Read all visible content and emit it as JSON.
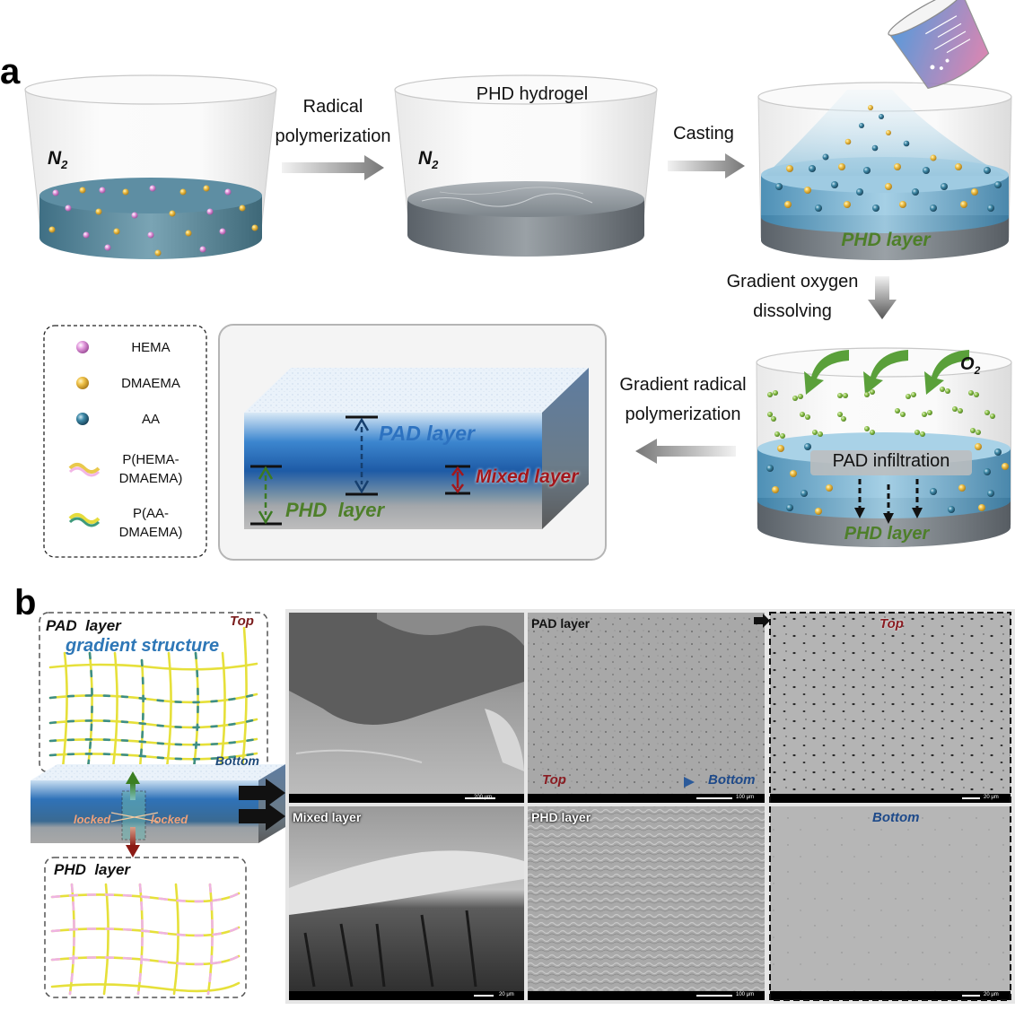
{
  "panels": {
    "a": "a",
    "b": "b"
  },
  "panel_a": {
    "beaker1_label": "N",
    "beaker1_sub": "2",
    "step1": [
      "Radical",
      "polymerization"
    ],
    "beaker2_title": "PHD hydrogel",
    "beaker2_label": "N",
    "beaker2_sub": "2",
    "step2": "Casting",
    "beaker3_layer": "PHD layer",
    "step3": [
      "Gradient oxygen",
      "dissolving"
    ],
    "beaker4_o2": "O",
    "beaker4_o2_sub": "2",
    "beaker4_infiltration": "PAD infiltration",
    "beaker4_layer": "PHD layer",
    "step4": [
      "Gradient radical",
      "polymerization"
    ],
    "film": {
      "pad_layer": "PAD layer",
      "mixed_layer": "Mixed layer",
      "phd_layer": "PHD  layer"
    },
    "legend": [
      {
        "label": "HEMA",
        "icon": "pink-sphere"
      },
      {
        "label": "DMAEMA",
        "icon": "yellow-sphere"
      },
      {
        "label": "AA",
        "icon": "blue-sphere"
      },
      {
        "label": "P(HEMA-\nDMAEMA)",
        "icon": "pink-yellow-chain"
      },
      {
        "label": "P(AA-\nDMAEMA)",
        "icon": "green-yellow-chain"
      }
    ]
  },
  "panel_b": {
    "schematic": {
      "pad_layer": "PAD  layer",
      "gradient": "gradient structure",
      "top": "Top",
      "bottom": "Bottom",
      "locked_left": "locked",
      "locked_right": "locked",
      "phd_layer": "PHD  layer"
    },
    "sem": [
      {
        "label": "",
        "scale": "200 μm"
      },
      {
        "label": "PAD layer",
        "scale": "100 μm",
        "arrow_top": "Top",
        "arrow_bottom": "Bottom"
      },
      {
        "label": "Top",
        "scale": "20 μm"
      },
      {
        "label": "Mixed layer",
        "scale": "20 μm"
      },
      {
        "label": "PHD layer",
        "scale": "100 μm"
      },
      {
        "label": "Bottom",
        "scale": "20 μm"
      }
    ]
  },
  "colors": {
    "hema": "#d88fd0",
    "dmaema": "#e8b938",
    "aa": "#2f6f8c",
    "green_label": "#4e7f2a",
    "red_label": "#a3171c",
    "blue_label": "#2b5a9a",
    "pad_blue": "#2d72c0"
  }
}
